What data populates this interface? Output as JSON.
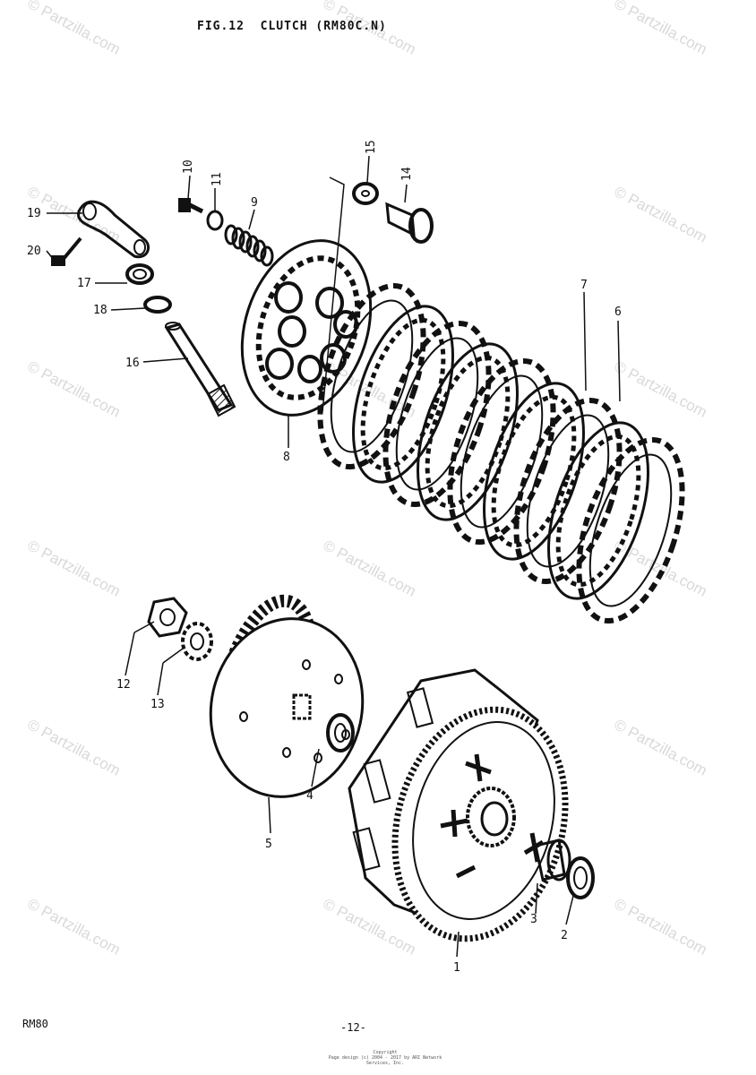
{
  "header": {
    "title": "FIG.12  CLUTCH (RM80C.N)"
  },
  "footer": {
    "model": "RM80",
    "page_number": "-12-",
    "copyright_line1": "Copyright",
    "copyright_line2": "Page design (c) 2004 - 2017 by ARI Network Services, Inc."
  },
  "watermark": {
    "text": "© Partzilla.com"
  },
  "callouts": [
    "1",
    "2",
    "3",
    "4",
    "5",
    "6",
    "7",
    "8",
    "9",
    "10",
    "11",
    "12",
    "13",
    "14",
    "15",
    "16",
    "17",
    "18",
    "19",
    "20"
  ],
  "colors": {
    "ink": "#111111",
    "watermark": "#d9d9d9",
    "background": "#ffffff"
  }
}
